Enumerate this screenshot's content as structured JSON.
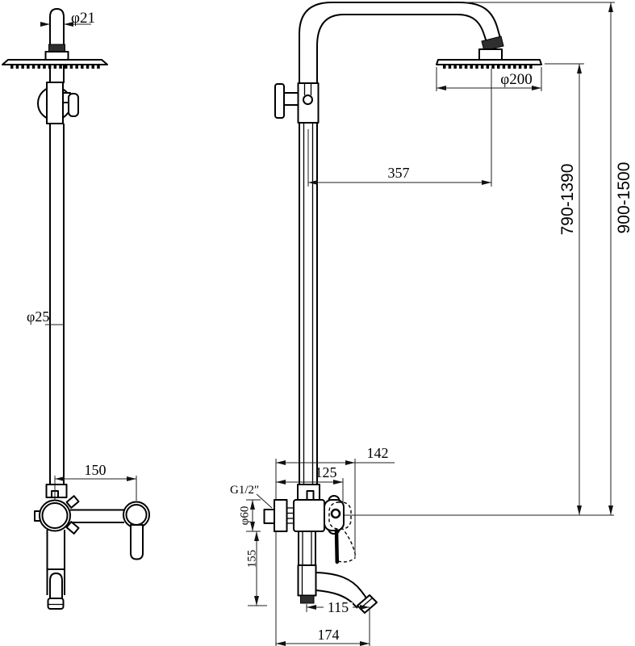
{
  "drawing": {
    "colors": {
      "line": "#000000",
      "background": "#ffffff",
      "fill_dark": "#2f2f2f"
    },
    "dimensions": {
      "head_pipe_diameter": "φ21",
      "riser_pipe_diameter": "φ25",
      "rain_head_diameter": "φ200",
      "head_horizontal_offset": "357",
      "head_height_range": "790-1390",
      "overall_height_range": "900-1500",
      "valve_to_handle_spacing": "150",
      "wall_to_handle_max": "142",
      "wall_to_handle": "125",
      "inlet_thread": "G1/2″",
      "escutcheon_diameter": "φ60",
      "spout_drop": "155",
      "spout_reach": "115",
      "wall_to_spout_tip": "174"
    }
  }
}
